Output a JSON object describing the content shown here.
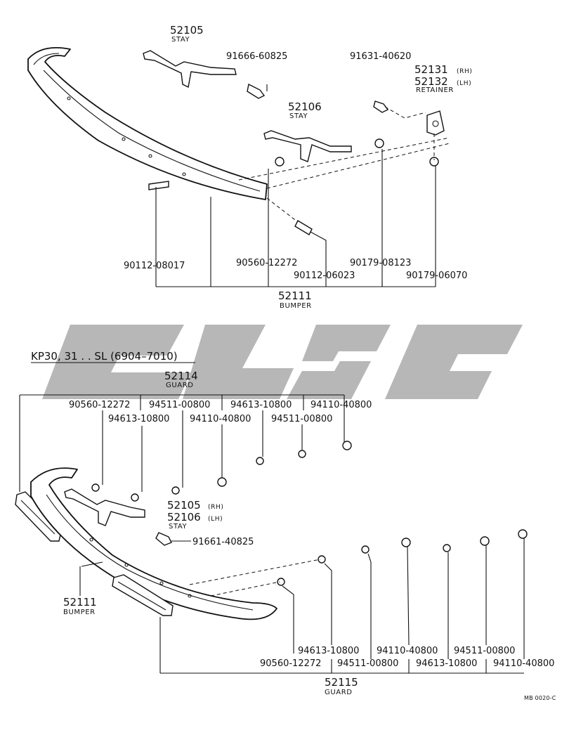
{
  "top_section": {
    "labels": {
      "p52105": "52105",
      "p52105_sub": "STAY",
      "p91666": "91666-60825",
      "p91631": "91631-40620",
      "p52131": "52131",
      "p52131_side": "(RH)",
      "p52132": "52132",
      "p52132_side": "(LH)",
      "retainer": "RETAINER",
      "p52106": "52106",
      "p52106_sub": "STAY",
      "p90112a": "90112-08017",
      "p90560": "90560-12272",
      "p90179a": "90179-08123",
      "p90112b": "90112-06023",
      "p90179b": "90179-06070",
      "p52111": "52111",
      "p52111_sub": "BUMPER"
    }
  },
  "bottom_section": {
    "title": "KP30, 31 . . SL (6904–7010)",
    "labels": {
      "p52114": "52114",
      "p52114_sub": "GUARD",
      "r1a": "90560-12272",
      "r1b": "94511-00800",
      "r1c": "94613-10800",
      "r1d": "94110-40800",
      "r2a": "94613-10800",
      "r2b": "94110-40800",
      "r2c": "94511-00800",
      "p52105": "52105",
      "p52105_side": "(RH)",
      "p52106": "52106",
      "p52106_side": "(LH)",
      "stay": "STAY",
      "p91661": "91661-40825",
      "p52111": "52111",
      "p52111_sub": "BUMPER",
      "b1a": "94613-10800",
      "b1b": "94110-40800",
      "b1c": "94511-00800",
      "b2a": "90560-12272",
      "b2b": "94511-00800",
      "b2c": "94613-10800",
      "b2d": "94110-40800",
      "p52115": "52115",
      "p52115_sub": "GUARD"
    }
  },
  "footer_code": "MB 0020-C",
  "colors": {
    "line": "#111111",
    "watermark": "#b7b7b7",
    "background": "#ffffff"
  }
}
